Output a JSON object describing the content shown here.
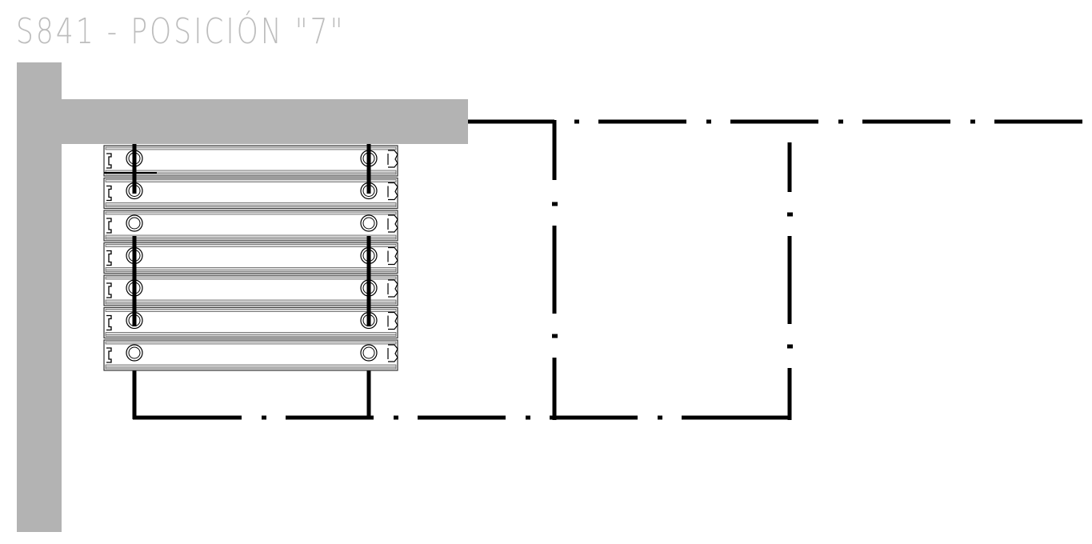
{
  "title": "S841 - POSICIÓN \"7\"",
  "colors": {
    "background": "#ffffff",
    "wall": "#b3b3b3",
    "line": "#000000",
    "slat_stroke": "#333333",
    "title_text": "#bdbdbd"
  },
  "diagram": {
    "slat_count": 7,
    "slats_with_straps": [
      1,
      2,
      4,
      5,
      6
    ],
    "slats_without_straps": [
      3,
      7
    ],
    "strap_pairs": 2
  }
}
